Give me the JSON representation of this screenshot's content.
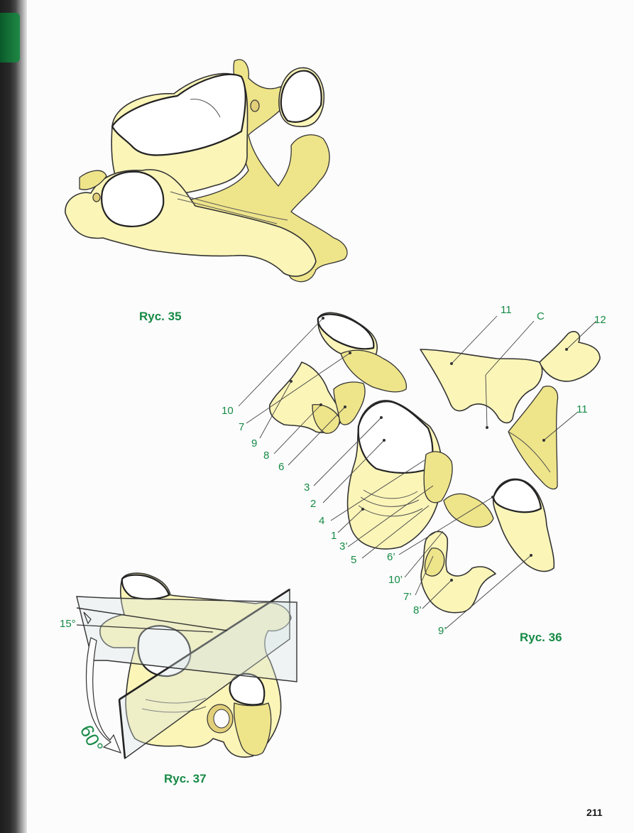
{
  "figures": {
    "fig35": {
      "caption": "Ryc. 35"
    },
    "fig36": {
      "caption": "Ryc. 36",
      "labels": [
        "11",
        "C",
        "12",
        "11",
        "10",
        "7",
        "9",
        "8",
        "6",
        "3",
        "2",
        "4",
        "1",
        "3’",
        "5",
        "6’",
        "10’",
        "7’",
        "8’",
        "9’"
      ]
    },
    "fig37": {
      "caption": "Ryc. 37",
      "angle_small": "15°",
      "angle_large": "60°"
    }
  },
  "page_number": "211",
  "colors": {
    "caption_green": "#168a45",
    "bone_fill": "#fbf5b8",
    "bone_shade": "#eee48a"
  },
  "icons": [
    "vertebra-illustration",
    "vertebra-exploded-illustration",
    "vertebra-section-plane-illustration"
  ]
}
